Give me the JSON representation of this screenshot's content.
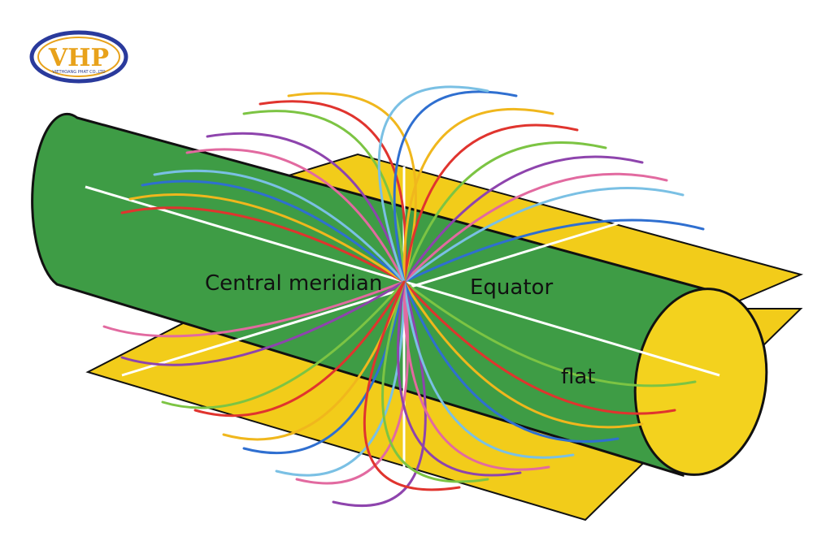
{
  "logo": {
    "name": "VHP",
    "tagline": "VIETHOANG PHAT CO.,LTD",
    "ring_color": "#2a3a9c",
    "text_color": "#e8a21b"
  },
  "labels": {
    "central_meridian": "Central meridian",
    "equator": "Equator",
    "flat": "flat"
  },
  "colors": {
    "cylinder": "#3e9c45",
    "cylinder_end": "#f3d21e",
    "plane": "#f2cc1a",
    "outline": "#111111",
    "axis_lines": "#ffffff"
  },
  "curve_colors": [
    "#e0342e",
    "#f0b71d",
    "#2f6fd0",
    "#7ac0e4",
    "#e26aa0",
    "#8e44ad",
    "#7cc443"
  ]
}
